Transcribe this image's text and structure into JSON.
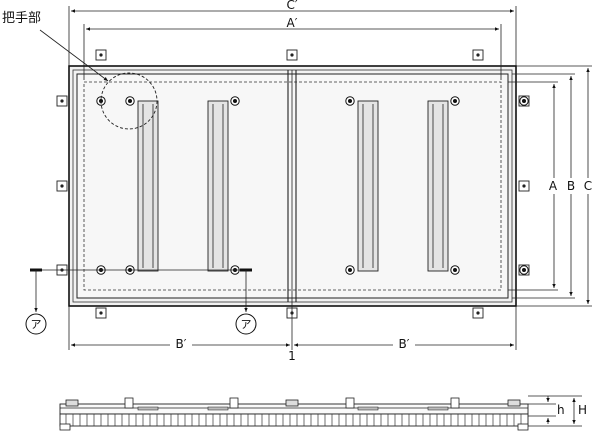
{
  "callout": {
    "handle_label": "把手部"
  },
  "dimensions": {
    "c_prime": "C′",
    "a_prime": "A′",
    "a": "A",
    "b": "B",
    "c": "C",
    "b_prime_left": "B′",
    "b_prime_right": "B′",
    "center_mark": "1",
    "h_small": "h",
    "h_large": "H"
  },
  "section_marks": {
    "left": "ア",
    "right": "ア"
  }
}
